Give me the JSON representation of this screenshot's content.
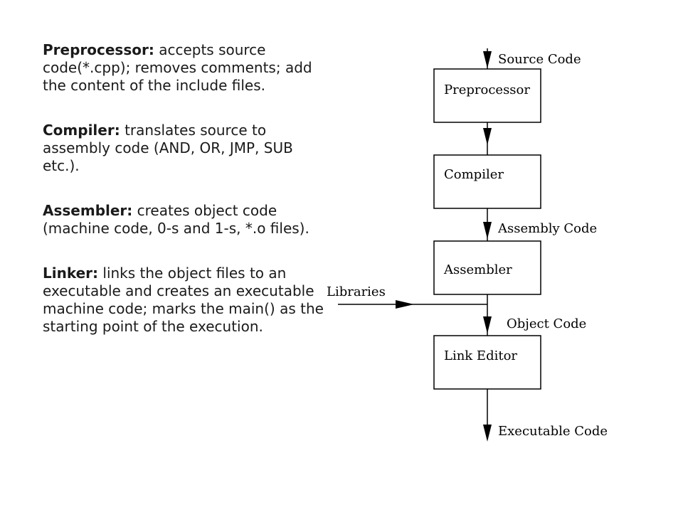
{
  "paragraphs": [
    {
      "term": "Preprocessor:",
      "text": " accepts source code(*.cpp); removes comments; add the content of the include files."
    },
    {
      "term": "Compiler:",
      "text": " translates source to assembly code (AND, OR, JMP, SUB etc.)."
    },
    {
      "term": "Assembler:",
      "text": " creates object code (machine code, 0-s and 1-s, *.o files)."
    },
    {
      "term": "Linker:",
      "text": " links the object files to an executable and creates an executable machine code; marks the main() as the starting point of the execution."
    }
  ],
  "diagram": {
    "boxes": [
      "Preprocessor",
      "Compiler",
      "Assembler",
      "Link Editor"
    ],
    "flow_labels": {
      "source": "Source Code",
      "assembly": "Assembly Code",
      "object": "Object Code",
      "executable": "Executable Code",
      "libraries": "Libraries"
    }
  }
}
